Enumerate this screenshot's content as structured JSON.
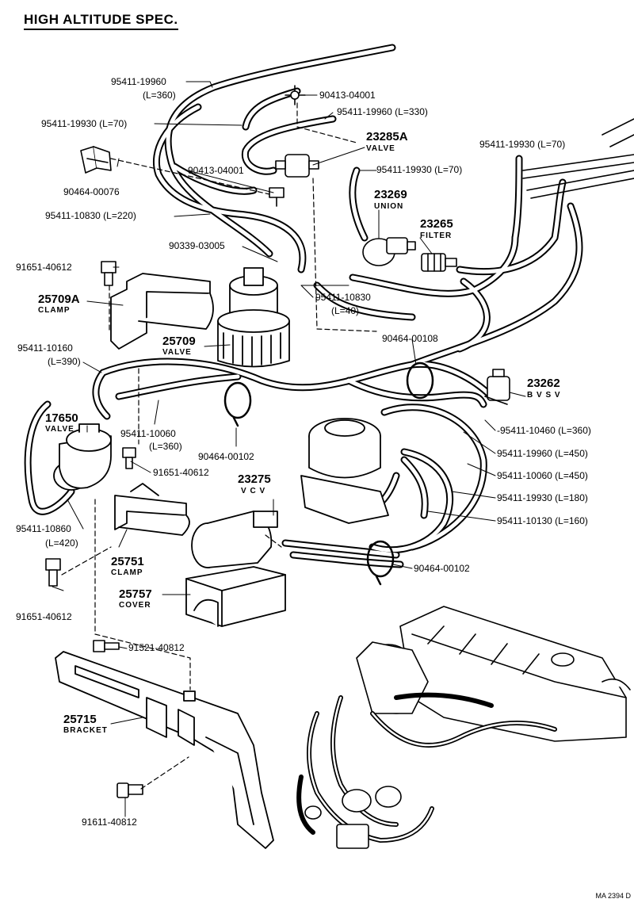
{
  "title": "HIGH ALTITUDE SPEC.",
  "drawing_code": "MA 2394 D",
  "labels": {
    "hose_19960_360": "95411-19960",
    "hose_19960_360_len": "(L=360)",
    "tee_04001_a": "90413-04001",
    "hose_19960_330": "95411-19960 (L=330)",
    "hose_19930_70_a": "95411-19930 (L=70)",
    "valve_23285a_num": "23285A",
    "valve_23285a_name": "VALVE",
    "clip_00076": "90464-00076",
    "tee_04001_b": "90413-04001",
    "hose_19930_70_b": "95411-19930 (L=70)",
    "hose_19930_70_c": "95411-19930 (L=70)",
    "union_23269_num": "23269",
    "union_23269_name": "UNION",
    "hose_10830_220": "95411-10830 (L=220)",
    "filter_23265_num": "23265",
    "filter_23265_name": "FILTER",
    "gasket_03005": "90339-03005",
    "bolt_40612_a": "91651-40612",
    "clamp_25709a_num": "25709A",
    "clamp_25709a_name": "CLAMP",
    "hose_10830_40": "95411-10830",
    "hose_10830_40_len": "(L=40)",
    "valve_25709_num": "25709",
    "valve_25709_name": "VALVE",
    "clip_00108": "90464-00108",
    "hose_10160": "95411-10160",
    "hose_10160_len": "(L=390)",
    "bvsv_23262_num": "23262",
    "bvsv_23262_name": "B V S V",
    "valve_17650_num": "17650",
    "valve_17650_name": "VALVE",
    "hose_10060_360": "95411-10060",
    "hose_10060_360_len": "(L=360)",
    "hose_10460_360": "-95411-10460  (L=360)",
    "bolt_40612_b": "91651-40612",
    "clip_00102_a": "90464-00102",
    "hose_19960_450": "95411-19960  (L=450)",
    "vcv_23275_num": "23275",
    "vcv_23275_name": "V C V",
    "hose_10060_450": "95411-10060  (L=450)",
    "hose_10860": "95411-10860",
    "hose_10860_len": "(L=420)",
    "hose_19930_180": "95411-19930  (L=180)",
    "hose_10130_160": "95411-10130  (L=160)",
    "clamp_25751_num": "25751",
    "clamp_25751_name": "CLAMP",
    "clip_00102_b": "90464-00102",
    "bolt_40612_c": "91651-40612",
    "cover_25757_num": "25757",
    "cover_25757_name": "COVER",
    "bolt_40812_a": "91521-40812",
    "bracket_25715_num": "25715",
    "bracket_25715_name": "BRACKET",
    "bolt_40812_b": "91611-40812"
  }
}
